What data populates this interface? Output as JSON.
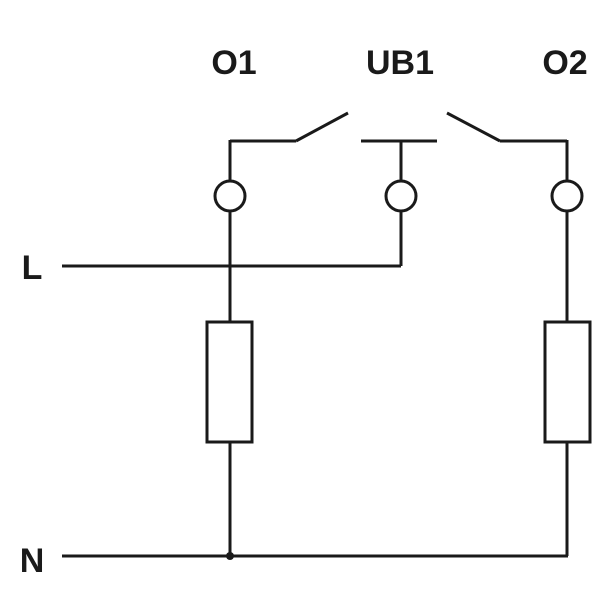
{
  "labels": {
    "o1": "O1",
    "ub1": "UB1",
    "o2": "O2",
    "l": "L",
    "n": "N"
  },
  "colors": {
    "ink": "#1a1a1a",
    "background": "#ffffff"
  }
}
